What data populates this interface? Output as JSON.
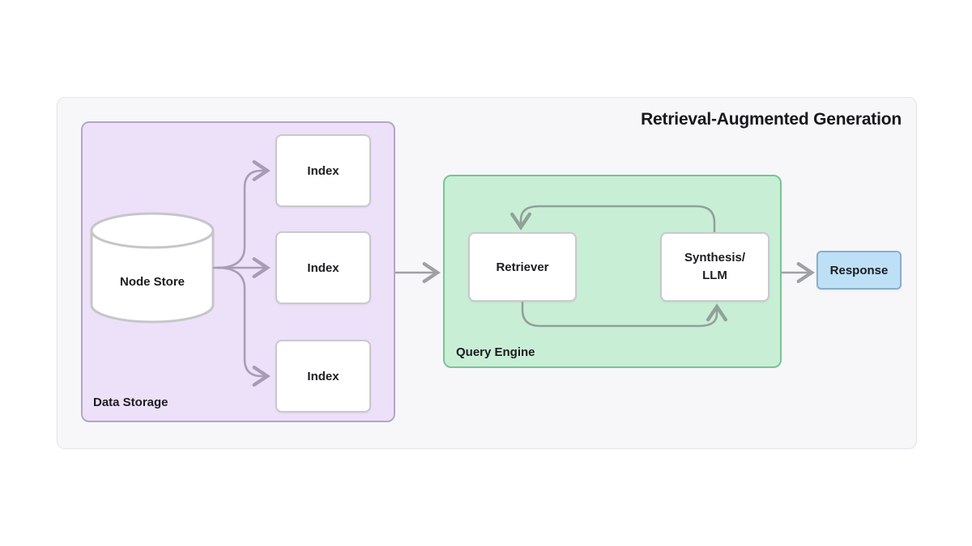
{
  "title": "Retrieval-Augmented Generation",
  "groups": {
    "data_storage": {
      "label": "Data Storage"
    },
    "query_engine": {
      "label": "Query Engine"
    }
  },
  "nodes": {
    "node_store": {
      "label": "Node Store",
      "shape": "cylinder"
    },
    "index_1": {
      "label": "Index"
    },
    "index_2": {
      "label": "Index"
    },
    "index_3": {
      "label": "Index"
    },
    "retriever": {
      "label": "Retriever"
    },
    "synthesis_llm": {
      "label_line1": "Synthesis/",
      "label_line2": "LLM"
    },
    "response": {
      "label": "Response"
    }
  },
  "edges": [
    {
      "from": "node_store",
      "to": "index_1"
    },
    {
      "from": "node_store",
      "to": "index_2"
    },
    {
      "from": "node_store",
      "to": "index_3"
    },
    {
      "from": "data_storage",
      "to": "query_engine"
    },
    {
      "from": "synthesis_llm",
      "to": "retriever",
      "style": "loop-top"
    },
    {
      "from": "retriever",
      "to": "synthesis_llm",
      "style": "loop-bottom"
    },
    {
      "from": "query_engine",
      "to": "response"
    }
  ],
  "colors": {
    "frame_fill": "#F7F7F9",
    "data_storage_fill": "#ECE1F8",
    "data_storage_border": "#B4A6C8",
    "query_engine_fill": "#C9EED6",
    "query_engine_border": "#79C493",
    "response_fill": "#BEE0F6",
    "response_border": "#87AECB",
    "node_fill": "#FFFFFF",
    "node_border": "#C9C9CE",
    "arrow_purple": "#A79CB4",
    "arrow_gray": "#9FA0A5",
    "arrow_green": "#90A198",
    "text": "#1C1C21"
  }
}
